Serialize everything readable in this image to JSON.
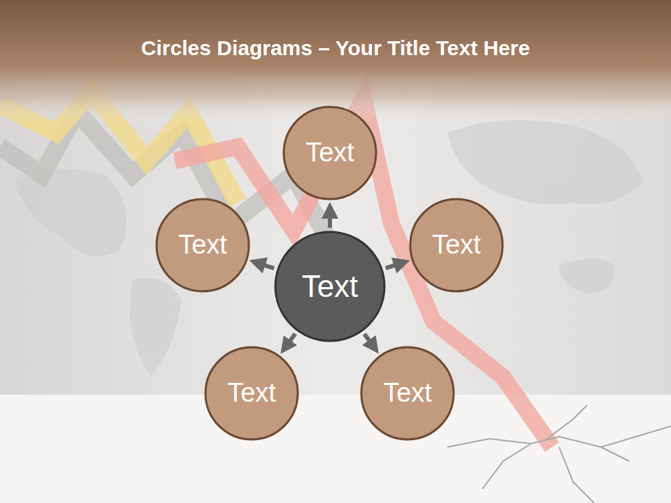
{
  "diagram": {
    "title": "Circles Diagrams – Your Title Text Here",
    "nodes": [
      {
        "text": [
          "Text"
        ]
      },
      {
        "text": [
          "Text"
        ]
      },
      {
        "text": [
          "Text"
        ]
      },
      {
        "text": [
          "Text"
        ]
      },
      {
        "text": [
          "Text"
        ]
      },
      {
        "text": [
          "Text"
        ]
      }
    ],
    "edges": [
      {
        "from": 2,
        "to": 0,
        "arrow": "to"
      },
      {
        "from": 2,
        "to": 3,
        "arrow": "to"
      },
      {
        "from": 2,
        "to": 5,
        "arrow": "to"
      },
      {
        "from": 2,
        "to": 4,
        "arrow": "to"
      },
      {
        "from": 2,
        "to": 1,
        "arrow": "to"
      }
    ]
  }
}
